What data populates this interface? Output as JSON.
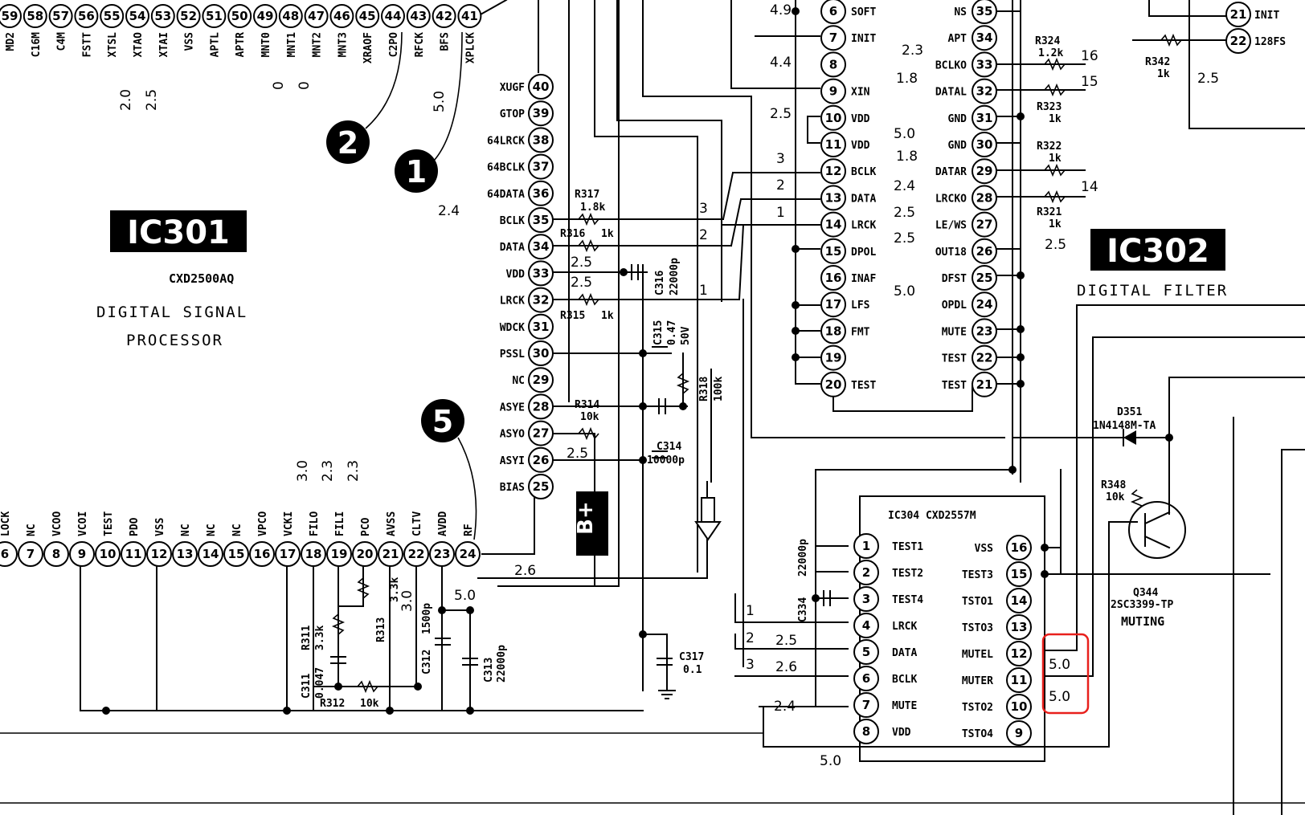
{
  "ic301": {
    "label": "IC301",
    "part": "CXD2500AQ",
    "desc_line1": "DIGITAL SIGNAL",
    "desc_line2": "PROCESSOR",
    "top_pins": [
      {
        "num": "59",
        "name": "MD2"
      },
      {
        "num": "58",
        "name": "C16M"
      },
      {
        "num": "57",
        "name": "C4M"
      },
      {
        "num": "56",
        "name": "FSTT"
      },
      {
        "num": "55",
        "name": "XTSL"
      },
      {
        "num": "54",
        "name": "XTAO"
      },
      {
        "num": "53",
        "name": "XTAI"
      },
      {
        "num": "52",
        "name": "VSS"
      },
      {
        "num": "51",
        "name": "APTL"
      },
      {
        "num": "50",
        "name": "APTR"
      },
      {
        "num": "49",
        "name": "MNT0"
      },
      {
        "num": "48",
        "name": "MNT1"
      },
      {
        "num": "47",
        "name": "MNT2"
      },
      {
        "num": "46",
        "name": "MNT3"
      },
      {
        "num": "45",
        "name": "XRAOF"
      },
      {
        "num": "44",
        "name": "C2PO"
      },
      {
        "num": "43",
        "name": "RFCK"
      },
      {
        "num": "42",
        "name": "BFS"
      },
      {
        "num": "41",
        "name": "XPLCK"
      }
    ],
    "right_pins": [
      {
        "num": "40",
        "name": "XUGF"
      },
      {
        "num": "39",
        "name": "GTOP"
      },
      {
        "num": "38",
        "name": "64LRCK"
      },
      {
        "num": "37",
        "name": "64BCLK"
      },
      {
        "num": "36",
        "name": "64DATA"
      },
      {
        "num": "35",
        "name": "BCLK"
      },
      {
        "num": "34",
        "name": "DATA"
      },
      {
        "num": "33",
        "name": "VDD"
      },
      {
        "num": "32",
        "name": "LRCK"
      },
      {
        "num": "31",
        "name": "WDCK"
      },
      {
        "num": "30",
        "name": "PSSL"
      },
      {
        "num": "29",
        "name": "NC"
      },
      {
        "num": "28",
        "name": "ASYE"
      },
      {
        "num": "27",
        "name": "ASYO"
      },
      {
        "num": "26",
        "name": "ASYI"
      },
      {
        "num": "25",
        "name": "BIAS"
      }
    ],
    "bottom_pins": [
      {
        "num": "6",
        "name": "LOCK"
      },
      {
        "num": "7",
        "name": "NC"
      },
      {
        "num": "8",
        "name": "VCOO"
      },
      {
        "num": "9",
        "name": "VCOI"
      },
      {
        "num": "10",
        "name": "TEST"
      },
      {
        "num": "11",
        "name": "PDO"
      },
      {
        "num": "12",
        "name": "VSS"
      },
      {
        "num": "13",
        "name": "NC"
      },
      {
        "num": "14",
        "name": "NC"
      },
      {
        "num": "15",
        "name": "NC"
      },
      {
        "num": "16",
        "name": "VPCO"
      },
      {
        "num": "17",
        "name": "VCKI"
      },
      {
        "num": "18",
        "name": "FILO"
      },
      {
        "num": "19",
        "name": "FILI"
      },
      {
        "num": "20",
        "name": "PCO"
      },
      {
        "num": "21",
        "name": "AVSS"
      },
      {
        "num": "22",
        "name": "CLTV"
      },
      {
        "num": "23",
        "name": "AVDD"
      },
      {
        "num": "24",
        "name": "RF"
      }
    ]
  },
  "ic302": {
    "label": "IC302",
    "desc": "DIGITAL FILTER",
    "left_pins": [
      {
        "num": "6",
        "name": "SOFT"
      },
      {
        "num": "7",
        "name": "INIT"
      },
      {
        "num": "8",
        "name": ""
      },
      {
        "num": "9",
        "name": "XIN"
      },
      {
        "num": "10",
        "name": "VDD"
      },
      {
        "num": "11",
        "name": "VDD"
      },
      {
        "num": "12",
        "name": "BCLK"
      },
      {
        "num": "13",
        "name": "DATA"
      },
      {
        "num": "14",
        "name": "LRCK"
      },
      {
        "num": "15",
        "name": "DPOL"
      },
      {
        "num": "16",
        "name": "INAF"
      },
      {
        "num": "17",
        "name": "LFS"
      },
      {
        "num": "18",
        "name": "FMT"
      },
      {
        "num": "19",
        "name": ""
      },
      {
        "num": "20",
        "name": "TEST"
      }
    ],
    "right_pins": [
      {
        "num": "35",
        "name": "NS"
      },
      {
        "num": "34",
        "name": "APT"
      },
      {
        "num": "33",
        "name": "BCLKO"
      },
      {
        "num": "32",
        "name": "DATAL"
      },
      {
        "num": "31",
        "name": "GND"
      },
      {
        "num": "30",
        "name": "GND"
      },
      {
        "num": "29",
        "name": "DATAR"
      },
      {
        "num": "28",
        "name": "LRCKO"
      },
      {
        "num": "27",
        "name": "LE/WS"
      },
      {
        "num": "26",
        "name": "OUT18"
      },
      {
        "num": "25",
        "name": "DFST"
      },
      {
        "num": "24",
        "name": "OPDL"
      },
      {
        "num": "23",
        "name": "MUTE"
      },
      {
        "num": "22",
        "name": "TEST"
      },
      {
        "num": "21",
        "name": "TEST"
      }
    ]
  },
  "ic304": {
    "label": "IC304 CXD2557M",
    "left_pins": [
      {
        "num": "1",
        "name": "TEST1"
      },
      {
        "num": "2",
        "name": "TEST2"
      },
      {
        "num": "3",
        "name": "TEST4"
      },
      {
        "num": "4",
        "name": "LRCK"
      },
      {
        "num": "5",
        "name": "DATA"
      },
      {
        "num": "6",
        "name": "BCLK"
      },
      {
        "num": "7",
        "name": "MUTE"
      },
      {
        "num": "8",
        "name": "VDD"
      }
    ],
    "right_pins": [
      {
        "num": "16",
        "name": "VSS"
      },
      {
        "num": "15",
        "name": "TEST3"
      },
      {
        "num": "14",
        "name": "TSTO1"
      },
      {
        "num": "13",
        "name": "TSTO3"
      },
      {
        "num": "12",
        "name": "MUTEL"
      },
      {
        "num": "11",
        "name": "MUTER"
      },
      {
        "num": "10",
        "name": "TSTO2"
      },
      {
        "num": "9",
        "name": "TSTO4"
      }
    ]
  },
  "top_right_pins": [
    {
      "num": "21",
      "name": "INIT"
    },
    {
      "num": "22",
      "name": "128FS"
    }
  ],
  "components": {
    "r317": "R317",
    "r317v": "1.8k",
    "r316": "R316",
    "r316v": "1k",
    "r315": "R315",
    "r315v": "1k",
    "r314": "R314",
    "r314v": "10k",
    "r318": "R318",
    "r318v": "100k",
    "c316": "C316",
    "c316v": "22000p",
    "c315": "C315",
    "c315v": "0.47",
    "c315v2": "50V",
    "c314": "C314",
    "c314v": "10000p",
    "r311": "R311",
    "r311v": "3.3k",
    "c311": "C311",
    "c311v": "0.047",
    "r312": "R312",
    "r312v": "10k",
    "r313": "R313",
    "r313v": "3.3k",
    "c312": "C312",
    "c312v": "1500p",
    "c313": "C313",
    "c313v": "22000p",
    "c317": "C317",
    "c317v": "0.1",
    "c334": "C334",
    "c334v": "22000p",
    "r324": "R324",
    "r324v": "1.2k",
    "r323": "R323",
    "r323v": "1k",
    "r322": "R322",
    "r322v": "1k",
    "r321": "R321",
    "r321v": "1k",
    "r342": "R342",
    "r342v": "1k",
    "d351": "D351",
    "d351v": "1N4148M-TA",
    "r348": "R348",
    "r348v": "10k",
    "q344": "Q344",
    "q344v": "2SC3399-TP",
    "q344f": "MUTING"
  },
  "markers": [
    "2",
    "1",
    "5"
  ],
  "bplus": "B+",
  "voltages": {
    "xtsl": "2.0",
    "xtao": "2.5",
    "mnt0": "0",
    "mnt1": "0",
    "bfs": "5.0",
    "p36": "2.4",
    "p34": "2.5",
    "p33": "2.5",
    "p26": "2.5",
    "vcki": "3.0",
    "filo": "2.3",
    "fili": "2.3",
    "cltv": "3.0",
    "avdd": "5.0",
    "rf": "2.6",
    "f49": "4.9",
    "f44": "4.4",
    "f25": "2.5",
    "f10": "5.0",
    "f33": "2.3",
    "f32": "1.8",
    "f29": "1.8",
    "f12": "2.4",
    "f13": "2.5",
    "f14": "2.5",
    "f28": "2.5",
    "f24": "5.0",
    "m5": "2.5",
    "m6": "2.6",
    "m7": "2.4",
    "m8": "5.0",
    "m12": "5.0",
    "m11": "5.0",
    "tr": "2.5"
  },
  "nets": {
    "n3a": "3",
    "n2a": "2",
    "n1a": "1",
    "n3b": "3",
    "n2b": "2",
    "n1b": "1",
    "n1c": "1",
    "n2c": "2",
    "n3c": "3",
    "n16": "16",
    "n15": "15",
    "n14": "14"
  },
  "highlight_color": "#e8201c"
}
